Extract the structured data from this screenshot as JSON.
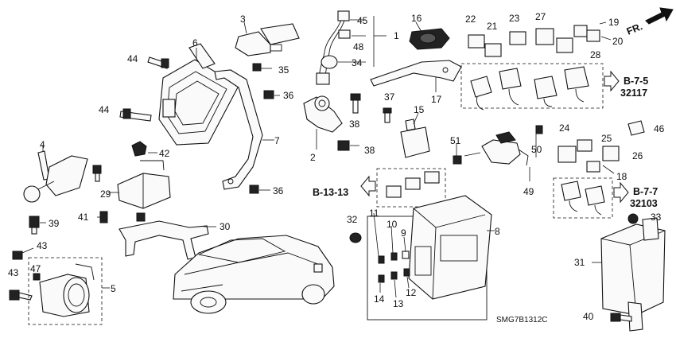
{
  "diagram": {
    "part_numbers": [
      "1",
      "2",
      "3",
      "4",
      "5",
      "6",
      "7",
      "8",
      "9",
      "10",
      "11",
      "12",
      "13",
      "14",
      "15",
      "16",
      "17",
      "18",
      "19",
      "20",
      "21",
      "22",
      "23",
      "24",
      "25",
      "26",
      "27",
      "28",
      "29",
      "30",
      "31",
      "32",
      "33",
      "34",
      "35",
      "36",
      "36",
      "37",
      "38",
      "38",
      "39",
      "40",
      "41",
      "42",
      "43",
      "43",
      "44",
      "44",
      "45",
      "46",
      "47",
      "48",
      "49",
      "50",
      "51"
    ],
    "references": {
      "ref_b75": "B-7-5",
      "ref_32117": "32117",
      "ref_b77": "B-7-7",
      "ref_32103": "32103",
      "ref_b1313": "B-13-13"
    },
    "direction_label": "FR.",
    "drawing_code": "SMG7B1312C"
  }
}
